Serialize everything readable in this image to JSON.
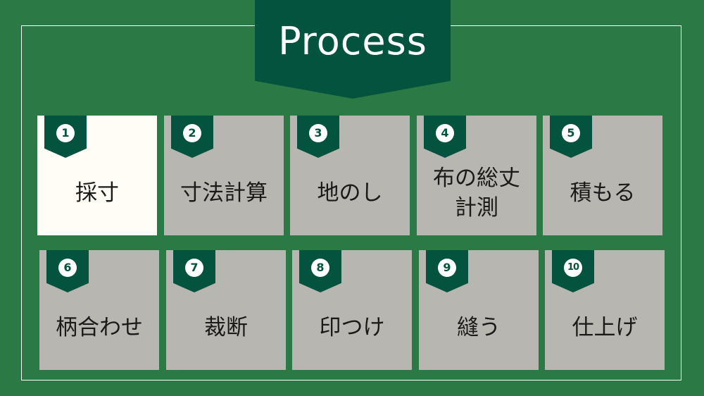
{
  "title": "Process",
  "steps": [
    {
      "num": "1",
      "label": "採寸"
    },
    {
      "num": "2",
      "label": "寸法計算"
    },
    {
      "num": "3",
      "label": "地のし"
    },
    {
      "num": "4",
      "label": "布の総丈\n計測"
    },
    {
      "num": "5",
      "label": "積もる"
    },
    {
      "num": "6",
      "label": "柄合わせ"
    },
    {
      "num": "7",
      "label": "裁断"
    },
    {
      "num": "8",
      "label": "印つけ"
    },
    {
      "num": "9",
      "label": "縫う"
    },
    {
      "num": "10",
      "label": "仕上げ"
    }
  ],
  "colors": {
    "background": "#2b7a46",
    "banner": "#04533f",
    "card": "#b8b6b0",
    "card_active": "#fffdf6"
  }
}
